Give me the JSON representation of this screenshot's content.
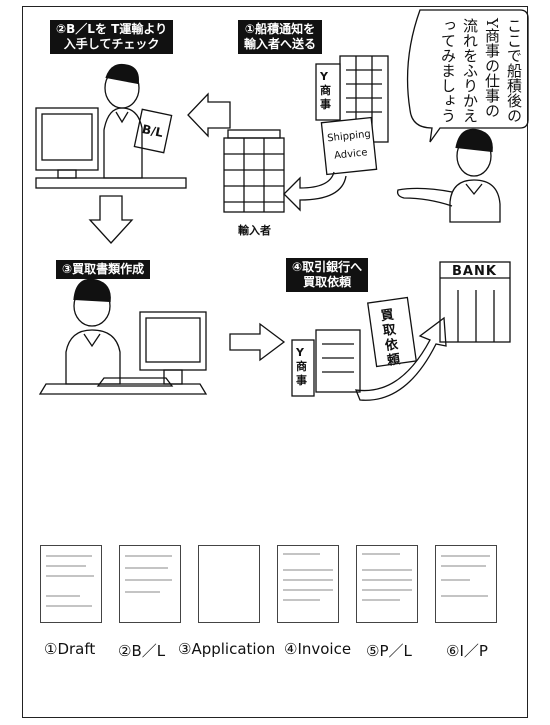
{
  "steps": {
    "step2": {
      "line1": "②B／Lを T運輸より",
      "line2": "入手してチェック"
    },
    "step1": {
      "line1": "①船積通知を",
      "line2": "輸入者へ送る"
    },
    "step3": {
      "line1": "③買取書類作成"
    },
    "step4": {
      "line1": "④取引銀行へ",
      "line2": "買取依頼"
    }
  },
  "speech": {
    "col1": "ここで船積後の",
    "col2": "Y商事の仕事の",
    "col3": "流れをふりかえ",
    "col4": "ってみましょう"
  },
  "labels": {
    "importer": "輸入者",
    "company_sign": "Y商事",
    "company_sign2": "Y商事",
    "bank": "BANK",
    "doc_title": "Shipping Advice",
    "bl_text": "B/L",
    "request_sign": "買取依頼"
  },
  "documents": [
    {
      "caption": "①Draft"
    },
    {
      "caption": "②B／L"
    },
    {
      "caption": "③Application"
    },
    {
      "caption": "④Invoice"
    },
    {
      "caption": "⑤P／L"
    },
    {
      "caption": "⑥I／P"
    }
  ]
}
